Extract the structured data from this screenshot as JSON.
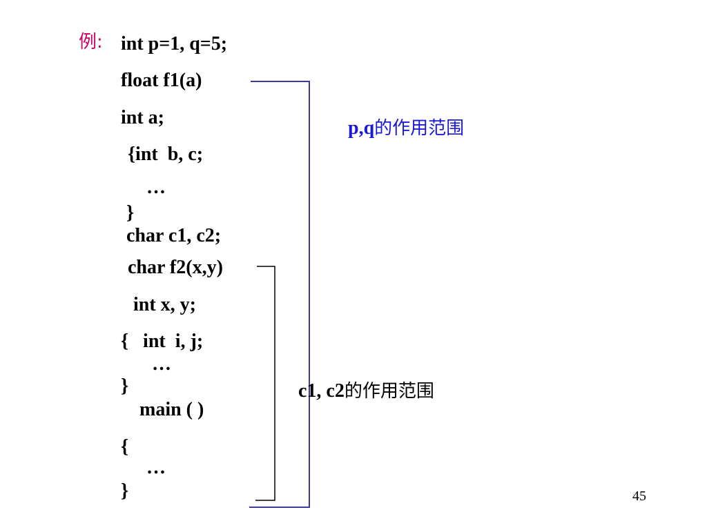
{
  "example_prefix": "例:",
  "code_lines": [
    "int p=1, q=5;",
    "float f1(a)",
    "int a;",
    "{int  b, c;",
    "…",
    "}",
    "char c1, c2;",
    "char f2(x,y)",
    "int x, y;",
    "{   int  i, j;",
    "…",
    "}",
    "main ( )",
    "{",
    "…",
    "}"
  ],
  "annotations": {
    "pq_scope": {
      "latin": "p,q",
      "cjk": "的作用范围",
      "color": "#1a1ad6"
    },
    "c1c2_scope": {
      "latin": "c1, c2",
      "cjk": "的作用范围",
      "color": "#000000"
    }
  },
  "page_number": "45",
  "colors": {
    "prefix": "#cc0066",
    "bracket_outer": "#3a3aa0",
    "bracket_inner": "#000000"
  }
}
